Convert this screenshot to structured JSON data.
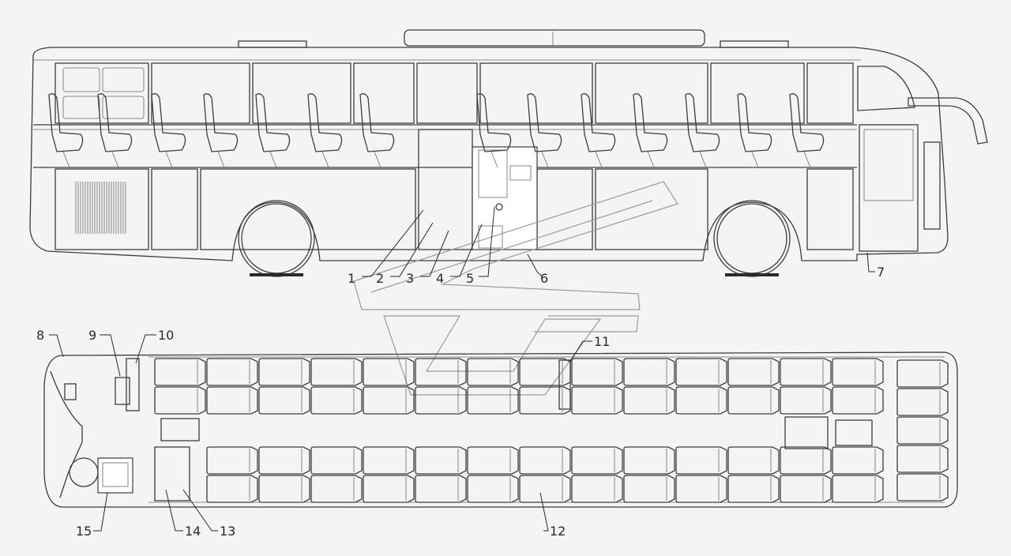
{
  "figure": {
    "callouts": [
      {
        "id": "c1",
        "text": "1"
      },
      {
        "id": "c2",
        "text": "2"
      },
      {
        "id": "c3",
        "text": "3"
      },
      {
        "id": "c4",
        "text": "4"
      },
      {
        "id": "c5",
        "text": "5"
      },
      {
        "id": "c6",
        "text": "6"
      },
      {
        "id": "c7",
        "text": "7"
      },
      {
        "id": "c8",
        "text": "8"
      },
      {
        "id": "c9",
        "text": "9"
      },
      {
        "id": "c10",
        "text": "10"
      },
      {
        "id": "c11",
        "text": "11"
      },
      {
        "id": "c12",
        "text": "12"
      },
      {
        "id": "c13",
        "text": "13"
      },
      {
        "id": "c14",
        "text": "14"
      },
      {
        "id": "c15",
        "text": "15"
      }
    ],
    "colors": {
      "line": "#3c3c3c",
      "background": "#f4f4f4",
      "watermark": "#9a9a9a"
    }
  }
}
